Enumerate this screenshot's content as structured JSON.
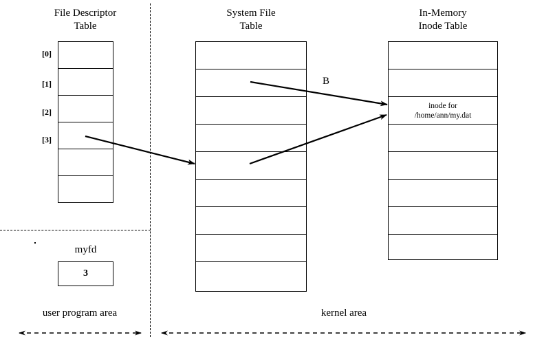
{
  "diagram": {
    "title_fd": "File Descriptor\nTable",
    "title_sft": "System File\nTable",
    "title_inode": "In-Memory\nInode Table",
    "arrow_b_label": "B"
  },
  "fd_table": {
    "index_labels": [
      "[0]",
      "[1]",
      "[2]",
      "[3]"
    ],
    "rows": [
      "",
      "",
      "",
      "",
      "",
      ""
    ]
  },
  "system_file_table": {
    "rows": [
      "",
      "",
      "",
      "",
      "",
      "",
      "",
      "",
      ""
    ]
  },
  "inode_table": {
    "rows": [
      "",
      "",
      "inode for\n/home/ann/my.dat",
      "",
      "",
      "",
      "",
      ""
    ]
  },
  "variable": {
    "name": "myfd",
    "value": "3"
  },
  "areas": {
    "user": "user program area",
    "kernel": "kernel area"
  },
  "colors": {
    "line": "#000000",
    "background": "#ffffff"
  }
}
